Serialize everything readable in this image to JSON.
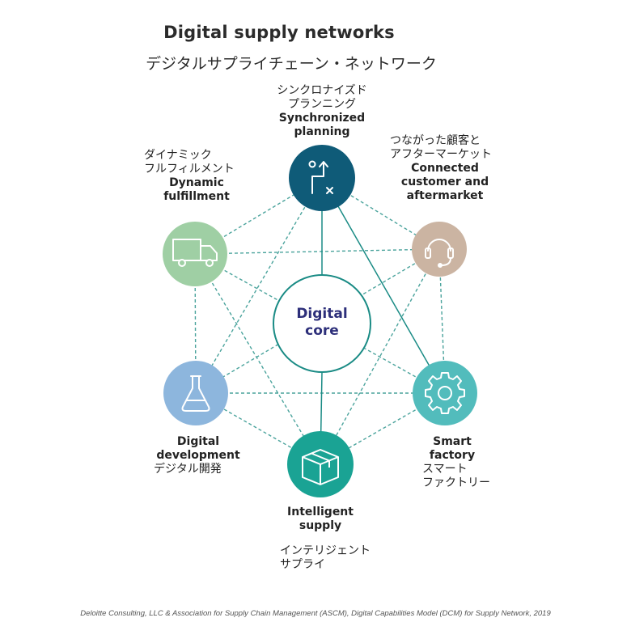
{
  "title": "Digital supply networks",
  "subtitle": "デジタルサプライチェーン・ネットワーク",
  "core": {
    "line1": "Digital",
    "line2": "core"
  },
  "nodes": {
    "planning": {
      "jp1": "シンクロナイズド",
      "jp2": "プランニング",
      "en1": "Synchronized",
      "en2": "planning",
      "icon": "planning-route-icon",
      "color": "#0f5b78"
    },
    "customer": {
      "jp1": "つながった顧客と",
      "jp2": "アフターマーケット",
      "en1": "Connected",
      "en2": "customer and",
      "en3": "aftermarket",
      "icon": "headset-icon",
      "color": "#cbb4a2"
    },
    "factory": {
      "en1": "Smart",
      "en2": "factory",
      "jp1": "スマート",
      "jp2": "ファクトリー",
      "icon": "gear-icon",
      "color": "#52bcbc"
    },
    "supply": {
      "en1": "Intelligent",
      "en2": "supply",
      "jp1": "インテリジェント",
      "jp2": "サプライ",
      "icon": "package-box-icon",
      "color": "#1aa394"
    },
    "development": {
      "en1": "Digital",
      "en2": "development",
      "jp1": "デジタル開発",
      "icon": "flask-icon",
      "color": "#8db6dd"
    },
    "fulfillment": {
      "jp1": "ダイナミック",
      "jp2": "フルフィルメント",
      "en1": "Dynamic",
      "en2": "fulfillment",
      "icon": "delivery-truck-icon",
      "color": "#9fcfa4"
    }
  },
  "colors": {
    "connector": "#3b9f96",
    "core_ring": "#1a8b85",
    "core_text": "#2d2f7a"
  },
  "source": "Deloitte Consulting, LLC & Association for Supply Chain Management (ASCM), Digital Capabilities Model (DCM) for Supply Network, 2019"
}
